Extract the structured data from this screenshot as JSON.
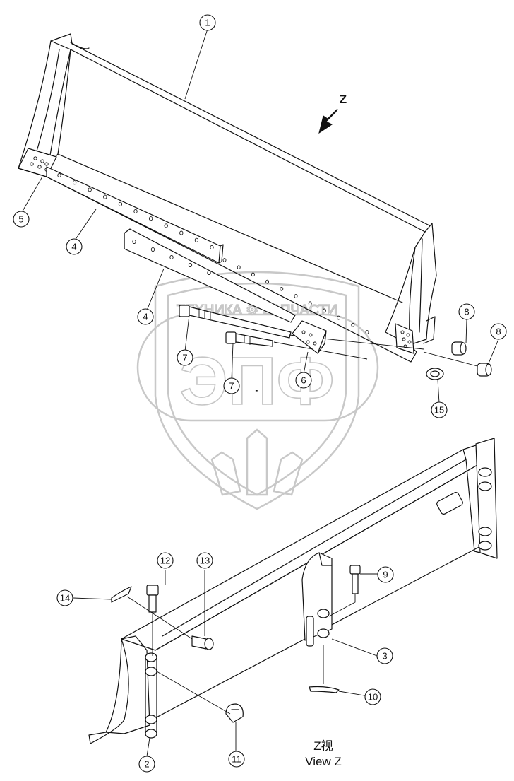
{
  "view": {
    "z_arrow_label": "Z",
    "caption_cn": "Z视",
    "caption_en": "View Z"
  },
  "watermark": {
    "brand_text": "ТЕХНИКА ⚙ ЗАПЧАСТИ",
    "logo_text": "ЭПФ"
  },
  "callouts": [
    {
      "id": "c1",
      "label": "1"
    },
    {
      "id": "c2",
      "label": "2"
    },
    {
      "id": "c3",
      "label": "3"
    },
    {
      "id": "c4a",
      "label": "4"
    },
    {
      "id": "c4b",
      "label": "4"
    },
    {
      "id": "c5",
      "label": "5"
    },
    {
      "id": "c6",
      "label": "6"
    },
    {
      "id": "c7a",
      "label": "7"
    },
    {
      "id": "c7b",
      "label": "7"
    },
    {
      "id": "c8a",
      "label": "8"
    },
    {
      "id": "c8b",
      "label": "8"
    },
    {
      "id": "c9",
      "label": "9"
    },
    {
      "id": "c10",
      "label": "10"
    },
    {
      "id": "c11",
      "label": "11"
    },
    {
      "id": "c12",
      "label": "12"
    },
    {
      "id": "c13",
      "label": "13"
    },
    {
      "id": "c14",
      "label": "14"
    },
    {
      "id": "c15",
      "label": "15"
    }
  ]
}
